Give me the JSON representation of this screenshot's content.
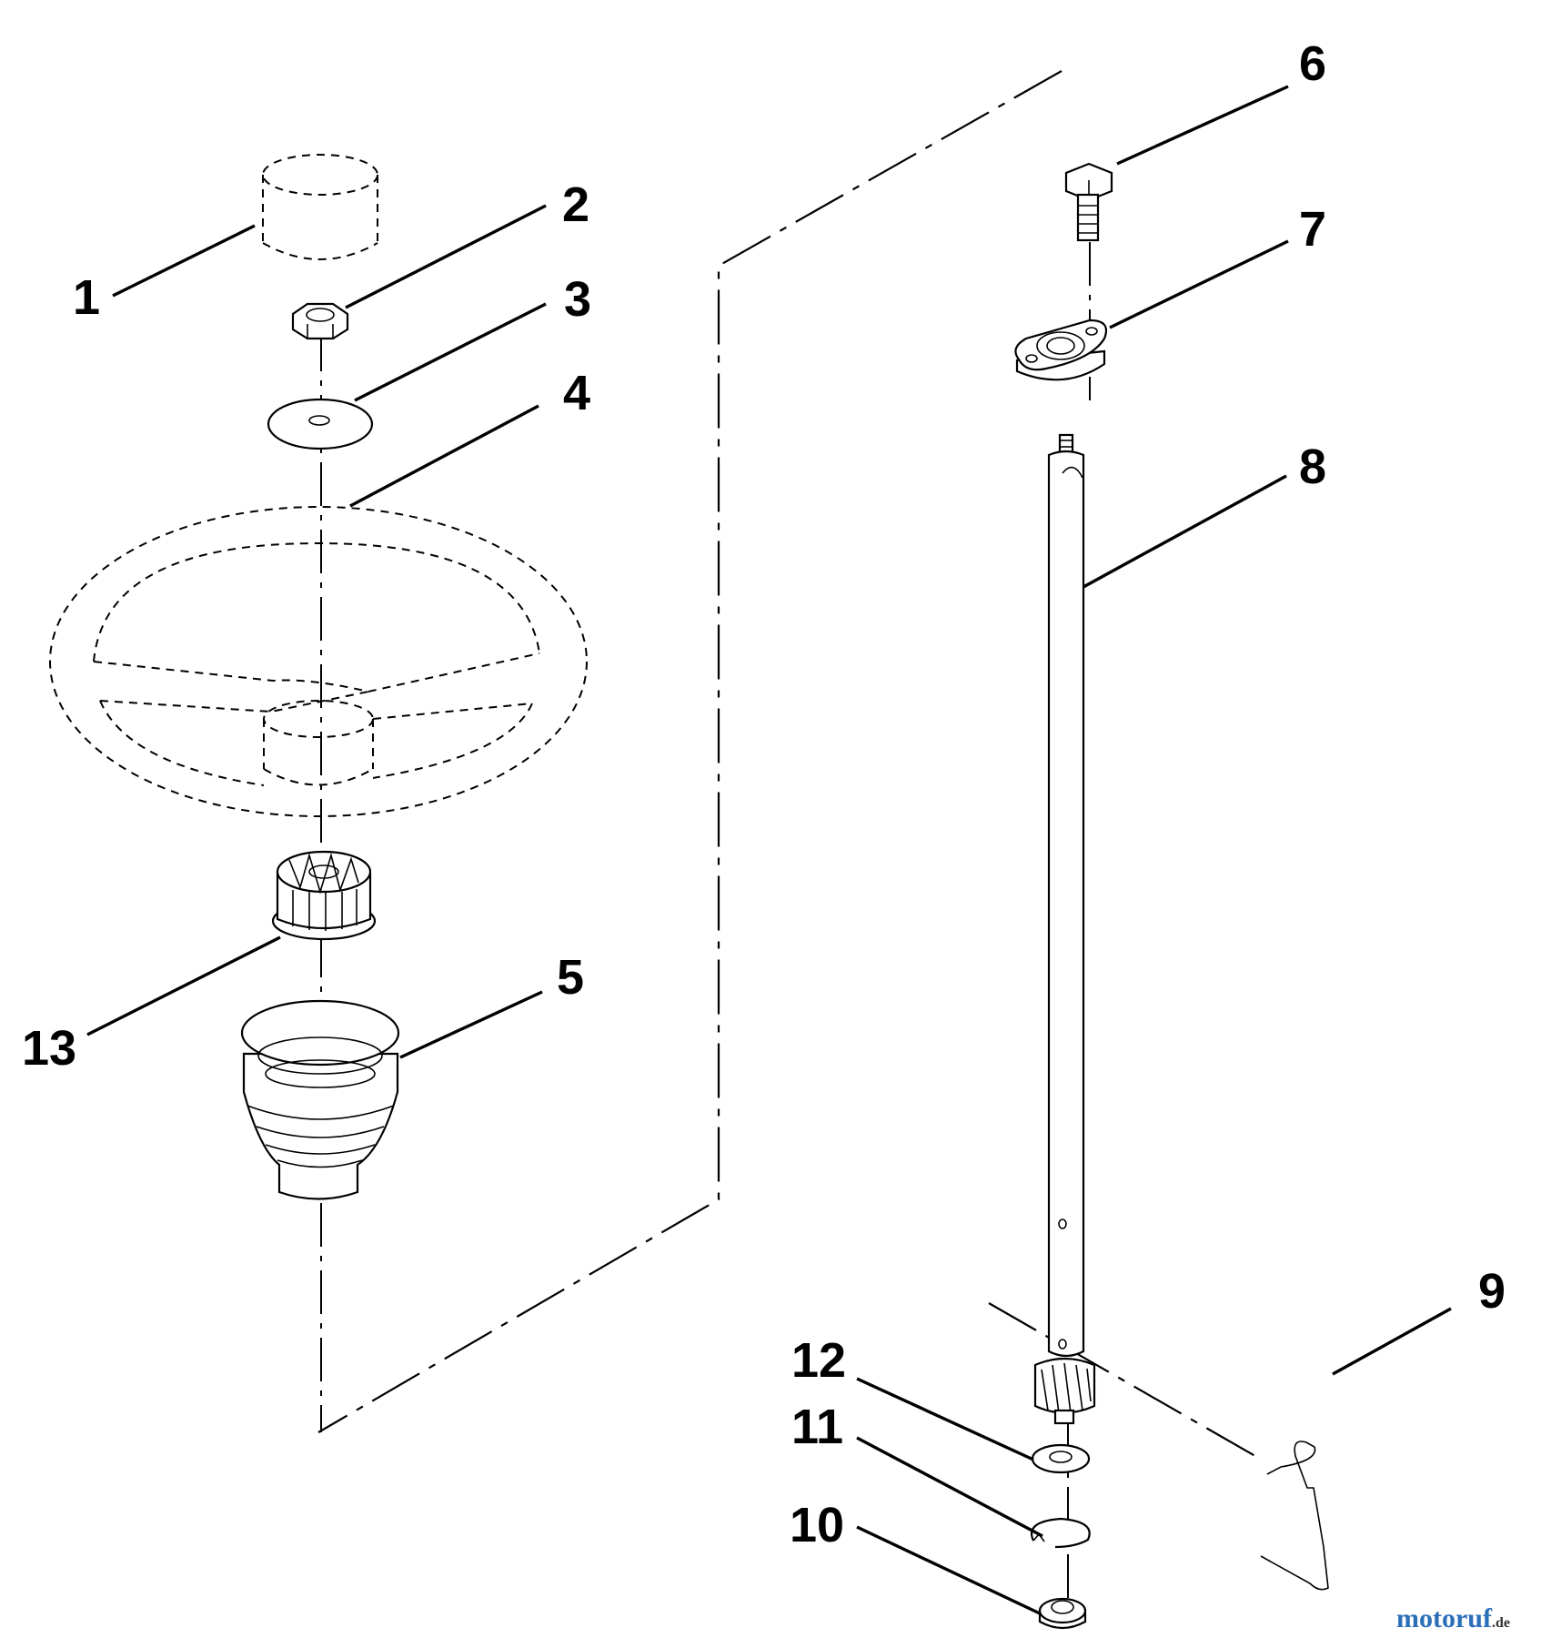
{
  "diagram": {
    "part_labels": [
      "1",
      "2",
      "3",
      "4",
      "5",
      "6",
      "7",
      "8",
      "9",
      "10",
      "11",
      "12",
      "13"
    ],
    "colors": {
      "line": "#000000",
      "background": "#ffffff"
    }
  },
  "watermark": {
    "main": "motoruf",
    "suffix": ".de",
    "colors": [
      "#1a5aa8",
      "#d9312b",
      "#e8a21a",
      "#2f8f3c"
    ]
  }
}
